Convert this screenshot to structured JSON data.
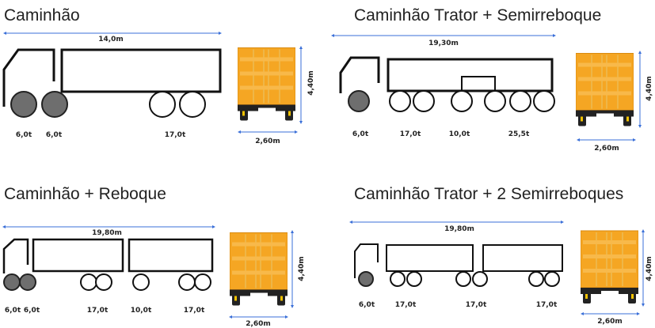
{
  "colors": {
    "container": "#f5a623",
    "dimension": "#3a6fd8",
    "filled_wheel": "#6e6e6e"
  },
  "panels": [
    {
      "title": "Caminhão",
      "length": "14,0m",
      "axles": [
        "6,0t",
        "6,0t",
        "17,0t"
      ],
      "height": "4,40m",
      "width": "2,60m"
    },
    {
      "title": "Caminhão Trator + Semirreboque",
      "length": "19,30m",
      "axles": [
        "6,0t",
        "17,0t",
        "10,0t",
        "25,5t"
      ],
      "height": "4,40m",
      "width": "2,60m"
    },
    {
      "title": "Caminhão + Reboque",
      "length": "19,80m",
      "axles": [
        "6,0t",
        "6,0t",
        "17,0t",
        "10,0t",
        "17,0t"
      ],
      "height": "4,40m",
      "width": "2,60m"
    },
    {
      "title": "Caminhão Trator + 2 Semirreboques",
      "length": "19,80m",
      "axles": [
        "6,0t",
        "17,0t",
        "17,0t",
        "17,0t"
      ],
      "height": "4,40m",
      "width": "2,60m"
    }
  ]
}
